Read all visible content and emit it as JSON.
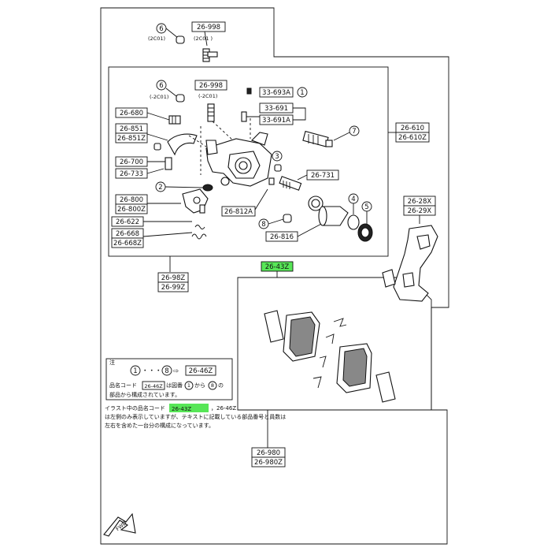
{
  "callouts": {
    "c1_top": "6",
    "c1_top_sub1": "(2C01)",
    "c1_top_pn": "26-998",
    "c1_top_sub2": "(2C01 )",
    "c2": "6",
    "c2_sub1": "(-2C01)",
    "c2_pn": "26-998",
    "c2_sub2": "(-2C01)",
    "pn_33693a": "33-693A",
    "n1": "1",
    "pn_33691": "33-691",
    "pn_33691a": "33-691A",
    "pn_26680": "26-680",
    "pn_26851": "26-851",
    "pn_26851z": "26-851Z",
    "pn_26700": "26-700",
    "pn_26733": "26-733",
    "n3": "3",
    "pn_26731": "26-731",
    "n2": "2",
    "pn_26800": "26-800",
    "pn_26800z": "26-800Z",
    "pn_26812a": "26-812A",
    "pn_26622": "26-622",
    "pn_26668": "26-668",
    "pn_26668z": "26-668Z",
    "n8": "8",
    "pn_26816": "26-816",
    "n4": "4",
    "n5": "5",
    "n7": "7",
    "pn_26610": "26-610",
    "pn_26610z": "26-610Z",
    "pn_2628x": "26-28X",
    "pn_2629x": "26-29X",
    "pn_2698z": "26-98Z",
    "pn_2699z": "26-99Z",
    "pn_2643z": "26-43Z",
    "pn_26980": "26-980",
    "pn_26980z": "26-980Z"
  },
  "note": {
    "mark": "注",
    "n1": "1",
    "dots": "・・・",
    "n8": "8",
    "arrow": "⇨",
    "code": "26-46Z",
    "line2_a": "品名コード",
    "line2_code": "26-46Z",
    "line2_b": "は図番",
    "line2_n1": "1",
    "line2_c": "から",
    "line2_n8": "8",
    "line2_d": "の",
    "line3": "部品から構成されています。"
  },
  "caption": {
    "line1_a": "イラスト中の品名コード",
    "line1_code": "26-43Z",
    "line1_b": "，26-46Z",
    "line2": "は左側のみ表示していますが、テキストに記載している部品番号と員数は",
    "line3": "左右を含めた一台分の構成になっています。"
  },
  "fwd": "FWD",
  "colors": {
    "highlight": "#57e657",
    "ink": "#111111"
  }
}
